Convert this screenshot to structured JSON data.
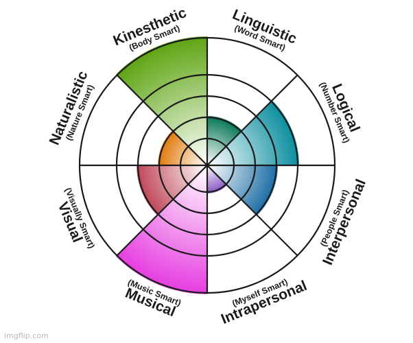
{
  "chart_data": {
    "type": "pie",
    "subtype": "polar-area",
    "title": "",
    "max_level": 5,
    "categories": [
      {
        "label": "Linguistic",
        "sublabel": "(Word Smart)",
        "value": 2,
        "color": "#0c7a5a"
      },
      {
        "label": "Logical",
        "sublabel": "(Number Smart)",
        "value": 4,
        "color": "#0e8fa0"
      },
      {
        "label": "Interpersonal",
        "sublabel": "(People Smart)",
        "value": 3,
        "color": "#1f6fa6"
      },
      {
        "label": "Intrapersonal",
        "sublabel": "(Myself Smart)",
        "value": 1,
        "color": "#8a5cc4"
      },
      {
        "label": "Musical",
        "sublabel": "(Music Smart)",
        "value": 5,
        "color": "#e63fe0"
      },
      {
        "label": "Visual",
        "sublabel": "(Visually Smart)",
        "value": 3,
        "color": "#c0495a"
      },
      {
        "label": "Naturalistic",
        "sublabel": "(Nature Smart)",
        "value": 2,
        "color": "#e07c10"
      },
      {
        "label": "Kinesthetic",
        "sublabel": "(Body Smart)",
        "value": 5,
        "color": "#5fa514"
      }
    ],
    "grid": true,
    "legend": "none"
  },
  "watermark": "imgflip.com"
}
